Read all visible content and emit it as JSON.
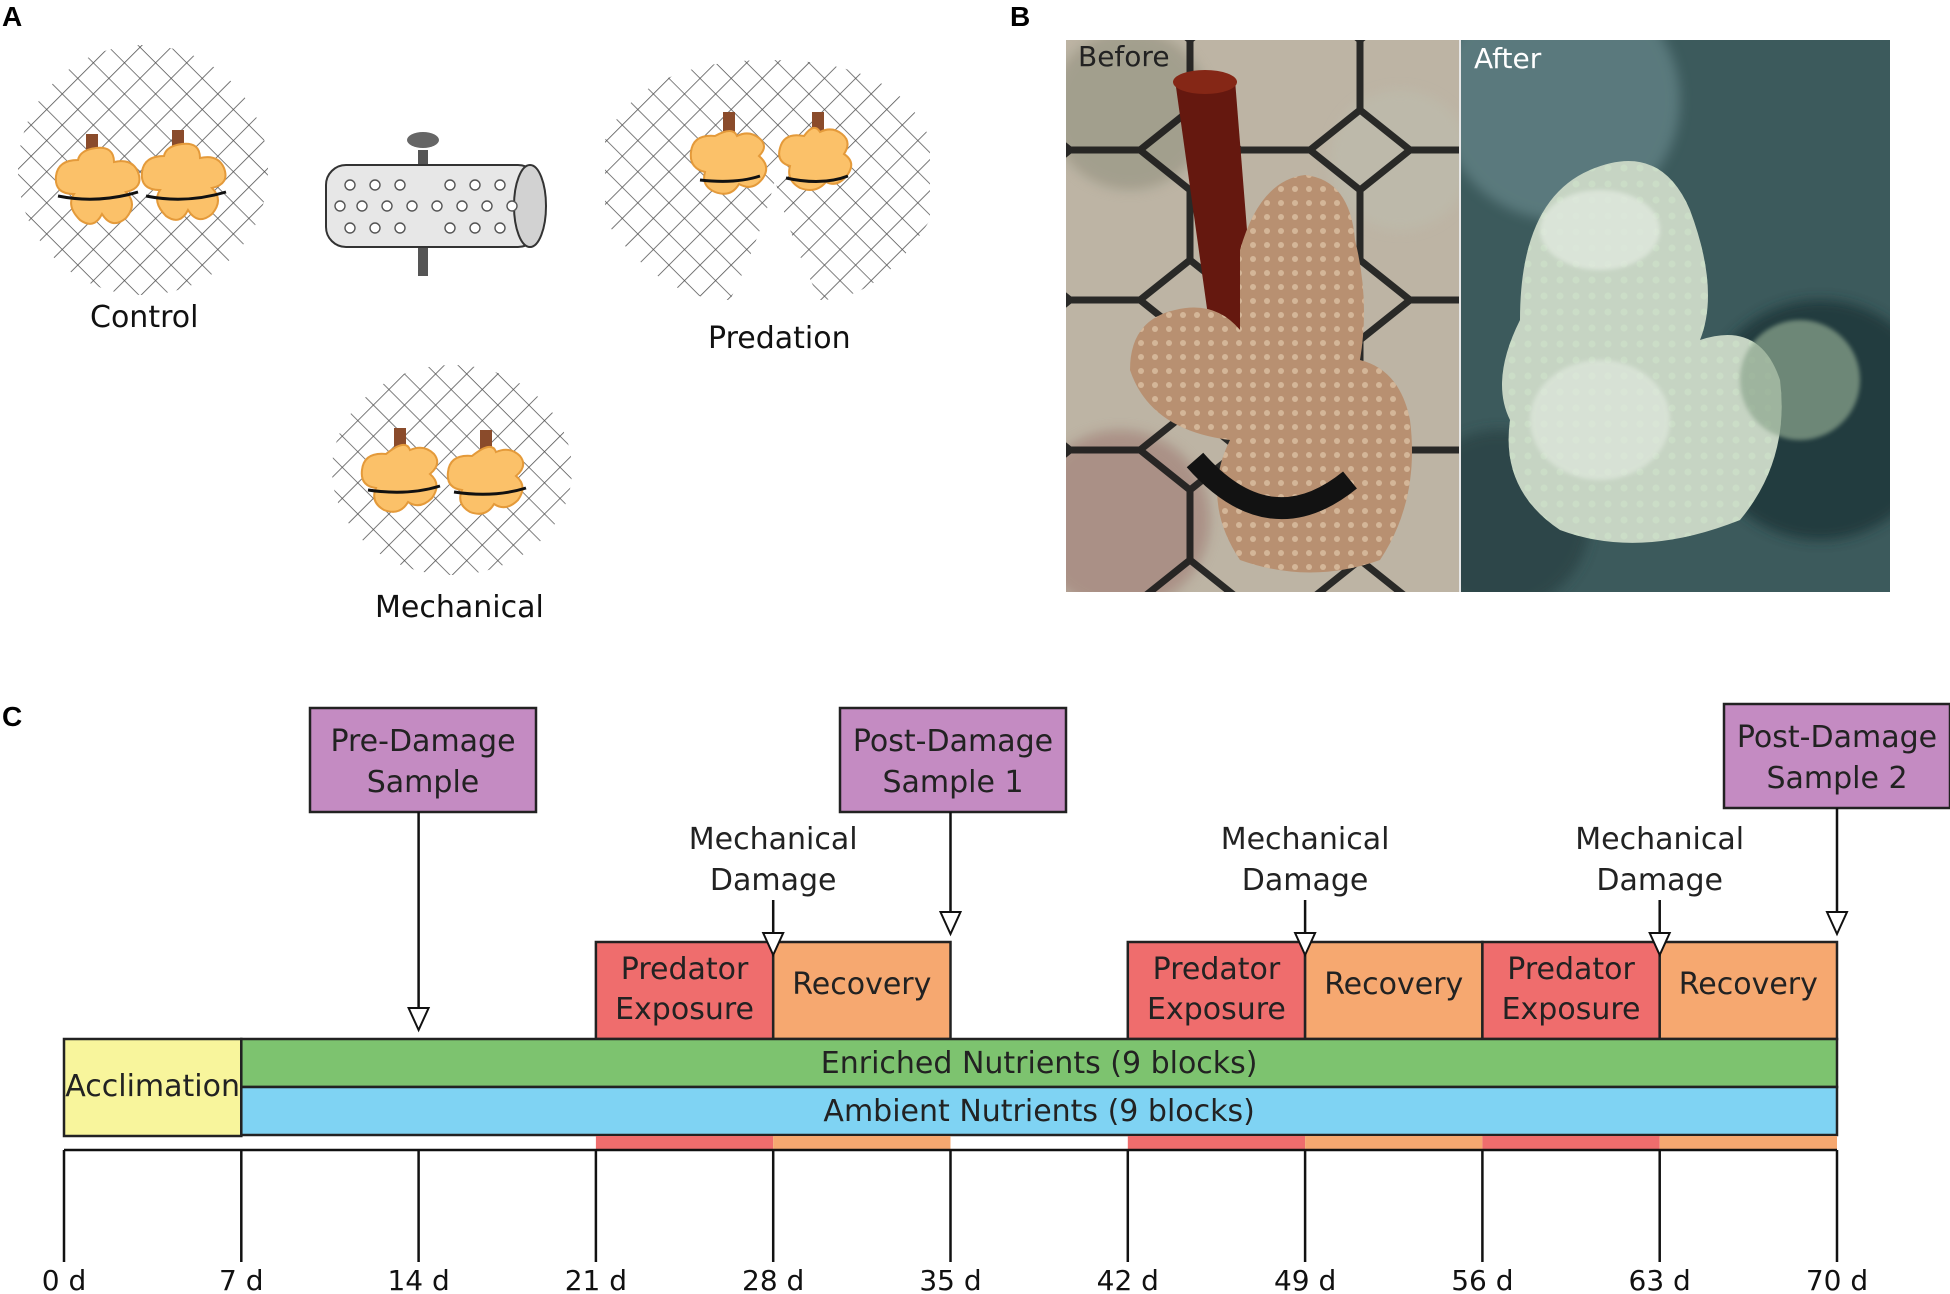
{
  "panels": {
    "a": {
      "letter": "A",
      "labels": {
        "control": "Control",
        "predation": "Predation",
        "mechanical": "Mechanical"
      }
    },
    "b": {
      "letter": "B",
      "before_label": "Before",
      "after_label": "After"
    },
    "c": {
      "letter": "C",
      "samples": [
        {
          "line1": "Pre-Damage",
          "line2": "Sample",
          "day": 14
        },
        {
          "line1": "Post-Damage",
          "line2": "Sample 1",
          "day": 35
        },
        {
          "line1": "Post-Damage",
          "line2": "Sample 2",
          "day": 70
        }
      ],
      "damage_events": [
        {
          "line1": "Mechanical",
          "line2": "Damage",
          "day": 28
        },
        {
          "line1": "Mechanical",
          "line2": "Damage",
          "day": 49
        },
        {
          "line1": "Mechanical",
          "line2": "Damage",
          "day": 63
        }
      ],
      "phases": [
        {
          "type": "predator",
          "line1": "Predator",
          "line2": "Exposure",
          "start": 21,
          "end": 28
        },
        {
          "type": "recovery",
          "line1": "Recovery",
          "start": 28,
          "end": 35
        },
        {
          "type": "predator",
          "line1": "Predator",
          "line2": "Exposure",
          "start": 42,
          "end": 49
        },
        {
          "type": "recovery",
          "line1": "Recovery",
          "start": 49,
          "end": 56
        },
        {
          "type": "predator",
          "line1": "Predator",
          "line2": "Exposure",
          "start": 56,
          "end": 63
        },
        {
          "type": "recovery",
          "line1": "Recovery",
          "start": 63,
          "end": 70
        }
      ],
      "acclimation": {
        "label": "Acclimation",
        "start": 0,
        "end": 7
      },
      "treatments": [
        {
          "label": "Enriched Nutrients  (9 blocks)",
          "start": 7,
          "end": 70
        },
        {
          "label": "Ambient Nutrients  (9 blocks)",
          "start": 7,
          "end": 70
        }
      ],
      "ticks": [
        0,
        7,
        14,
        21,
        28,
        35,
        42,
        49,
        56,
        63,
        70
      ],
      "tick_labels": [
        "0 d",
        "7 d",
        "14 d",
        "21 d",
        "28 d",
        "35 d",
        "42 d",
        "49 d",
        "56 d",
        "63 d",
        "70 d"
      ],
      "colors": {
        "sample": "#c48bc2",
        "predator": "#ef6d6d",
        "recovery": "#f6a870",
        "acclimation": "#f8f59c",
        "enriched": "#7dc36f",
        "ambient": "#7fd3f3",
        "coral": "#fbc169",
        "coral_stroke": "#e49a3a"
      }
    }
  }
}
